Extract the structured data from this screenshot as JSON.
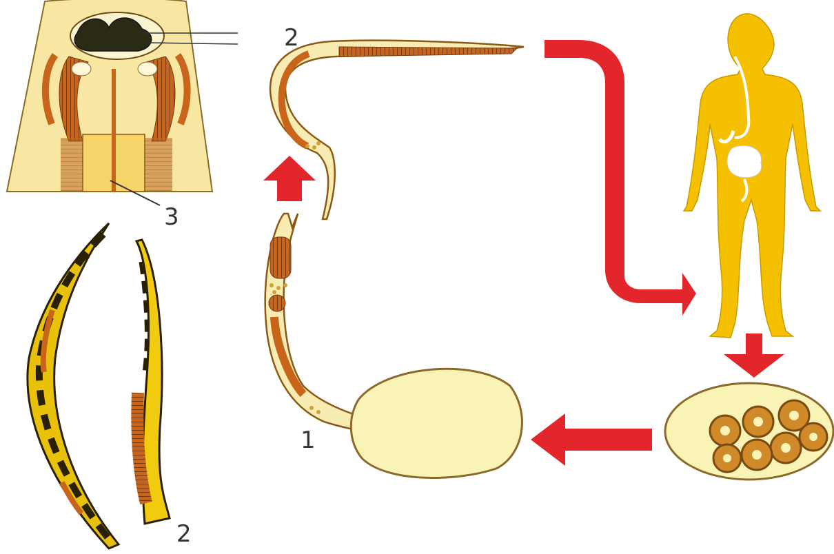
{
  "labels": {
    "top_larva": "2",
    "head_pointer": "3",
    "rhabditiform_larva": "1",
    "adult_worms": "2"
  },
  "colors": {
    "body_fill": "#f5c000",
    "arrow_red": "#e3262b",
    "worm_outline": "#8a5a14",
    "worm_fill": "#f8ecb3",
    "egg_fill": "#faf3b6",
    "organ_brown": "#c8651a",
    "dark": "#2a2008"
  },
  "icons": {
    "arrow_up": "arrow-up-icon",
    "arrow_down": "arrow-down-icon",
    "arrow_left": "arrow-left-icon",
    "arrow_right": "arrow-right-icon"
  }
}
